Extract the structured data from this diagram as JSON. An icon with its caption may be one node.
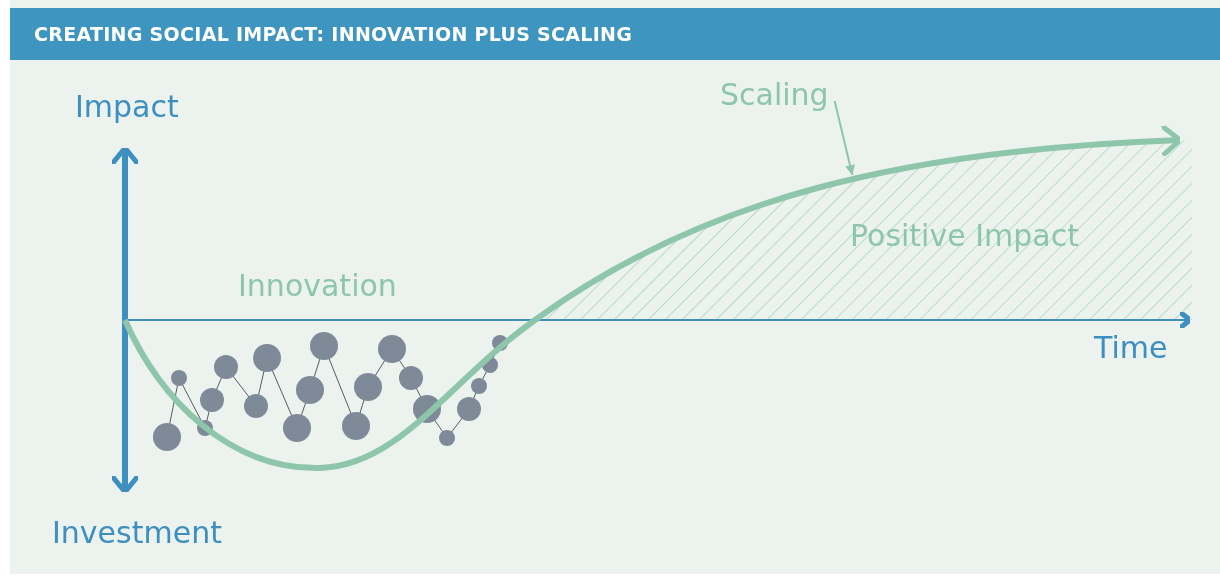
{
  "diagram": {
    "title": "CREATING SOCIAL IMPACT: INNOVATION PLUS SCALING",
    "nodes": [
      {
        "text": [
          "Scaling"
        ]
      },
      {
        "text": [],
        "shape": "curve"
      }
    ],
    "edges": [
      {
        "from": 0,
        "to": 1,
        "arrow": "to"
      }
    ],
    "labels": [
      "Impact",
      "Innovation",
      "Positive Impact",
      "Time",
      "Investment"
    ]
  }
}
